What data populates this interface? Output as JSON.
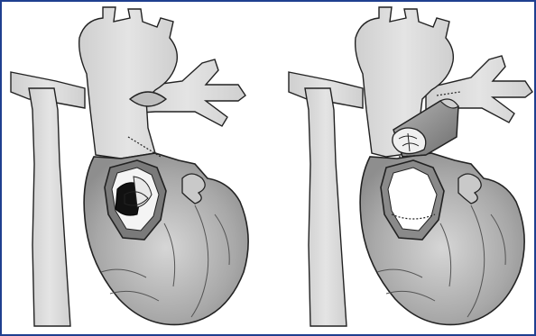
{
  "figure": {
    "panels": [
      {
        "id": "left",
        "depiction": "heart-before-procedure"
      },
      {
        "id": "right",
        "depiction": "heart-after-conduit-graft"
      }
    ]
  },
  "colors": {
    "frame": "#1f3f8f",
    "vessel_fill": "#d9d9d9",
    "heart_fill": "#a9a9a9",
    "outline": "#222222",
    "opening_fill": "#ffffff",
    "valve_dark": "#111111",
    "graft_fill": "#8c8c8c"
  }
}
